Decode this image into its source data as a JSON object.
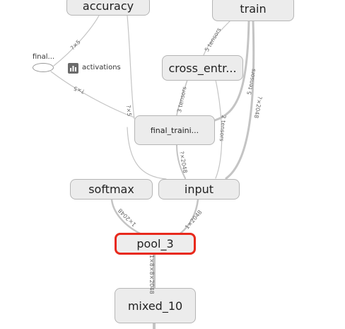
{
  "nodes": {
    "accuracy": "accuracy",
    "train": "train",
    "cross_entropy": "cross_entr...",
    "final_training": "final_traini...",
    "softmax": "softmax",
    "input": "input",
    "pool_3": "pool_3",
    "mixed_10": "mixed_10"
  },
  "constant": {
    "label": "final...",
    "summary_label": "activations"
  },
  "edge_labels": {
    "const_to_accuracy": "?×5",
    "const_to_final": "?×5",
    "accuracy_to_final": "?×5",
    "train_to_cross": "5 tensors",
    "cross_to_final": "3 tensors",
    "final_to_train": "5 tensors",
    "input_to_train": "?×2048",
    "cross_to_input": "2 tensors",
    "final_to_input": "?×2048",
    "pool_to_softmax": "1×2048",
    "pool_to_input": "1×2048",
    "mixed_to_pool": "1×8×8×2048"
  },
  "colors": {
    "selected_border": "#e8291c",
    "node_fill": "#ececec",
    "node_border": "#b5b5b5",
    "edge": "#c4c4c4"
  }
}
